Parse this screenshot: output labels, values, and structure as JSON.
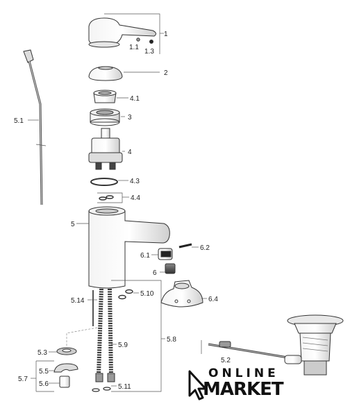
{
  "diagram": {
    "labels": {
      "p1": "1",
      "p1_1": "1.1",
      "p1_3": "1.3",
      "p2": "2",
      "p4_1": "4.1",
      "p3": "3",
      "p4": "4",
      "p4_3": "4.3",
      "p4_4": "4.4",
      "p5_1": "5.1",
      "p5": "5",
      "p6_1": "6.1",
      "p6_2": "6.2",
      "p6": "6",
      "p5_10": "5.10",
      "p6_4": "6.4",
      "p5_14": "5.14",
      "p5_8": "5.8",
      "p5_9": "5.9",
      "p5_3": "5.3",
      "p5_5": "5.5",
      "p5_7": "5.7",
      "p5_6": "5.6",
      "p5_11": "5.11",
      "p5_2": "5.2"
    }
  },
  "logo": {
    "line1": "ONLINE",
    "line2": "MARKET"
  },
  "colors": {
    "line": "#555555",
    "part_fill": "#eeeeee",
    "part_dark": "#333333"
  }
}
